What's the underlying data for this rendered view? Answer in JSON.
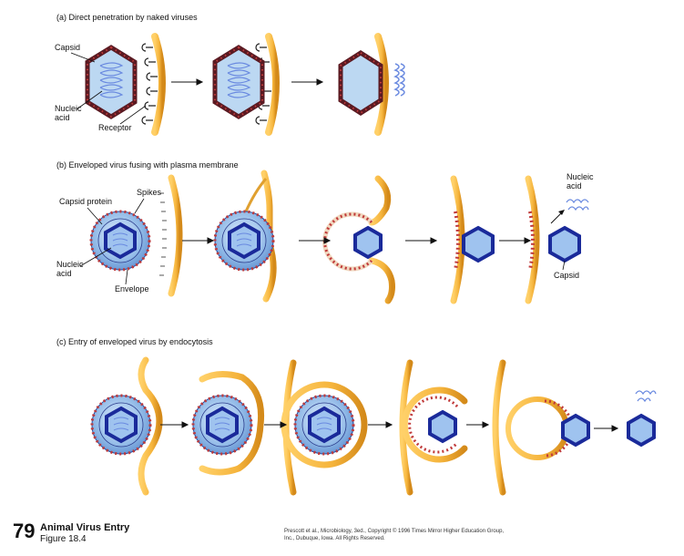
{
  "panels": {
    "a": {
      "title": "(a) Direct penetration by naked viruses",
      "labels": {
        "capsid": "Capsid",
        "nucleic_acid_1": "Nucleic",
        "nucleic_acid_2": "acid",
        "receptor": "Receptor"
      }
    },
    "b": {
      "title": "(b) Enveloped virus fusing with plasma membrane",
      "labels": {
        "capsid_protein": "Capsid protein",
        "spikes": "Spikes",
        "nucleic_acid_1": "Nucleic",
        "nucleic_acid_2": "acid",
        "envelope": "Envelope",
        "nucleic_acid_right_1": "Nucleic",
        "nucleic_acid_right_2": "acid",
        "capsid": "Capsid"
      }
    },
    "c": {
      "title": "(c) Entry of enveloped virus by endocytosis"
    }
  },
  "footer": {
    "number": "79",
    "title": "Animal Virus Entry",
    "figure": "Figure 18.4",
    "credit_line1": "Prescott et al., Microbiology, 3ed., Copyright © 1996 Times Mirror Higher Education Group,",
    "credit_line2": "Inc., Dubuque, Iowa. All Rights Reserved."
  },
  "colors": {
    "membrane": "#f5b43c",
    "membrane_edge": "#d48a1a",
    "capsid_fill": "#bcd8f2",
    "capsid_edge": "#7a2a30",
    "capsid_bead": "#c03a3a",
    "envelope_fill": "#8fb8e6",
    "core_edge": "#1a2a9a",
    "nucleic": "#6a8ae0"
  }
}
